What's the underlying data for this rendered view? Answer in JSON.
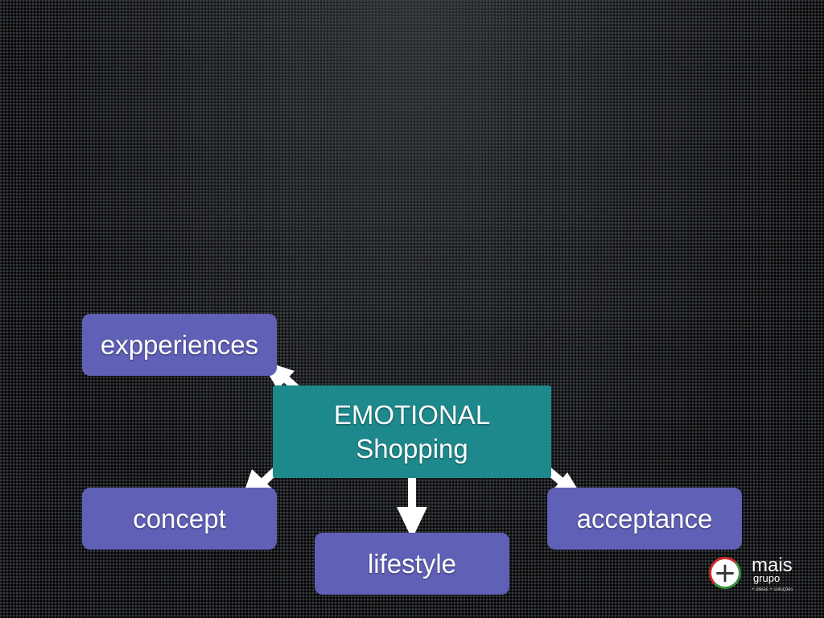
{
  "diagram": {
    "center": {
      "line1": "EMOTIONAL",
      "line2": "Shopping"
    },
    "nodes": {
      "experiences": "expperiences",
      "concept": "concept",
      "lifestyle": "lifestyle",
      "acceptance": "acceptance"
    },
    "colors": {
      "node": "#6060b6",
      "center": "#1e898c",
      "arrow": "#ffffff",
      "background": "#141618"
    }
  },
  "logo": {
    "word": "mais",
    "sub": "grupo",
    "tagline": "+ ideias + soluções"
  }
}
